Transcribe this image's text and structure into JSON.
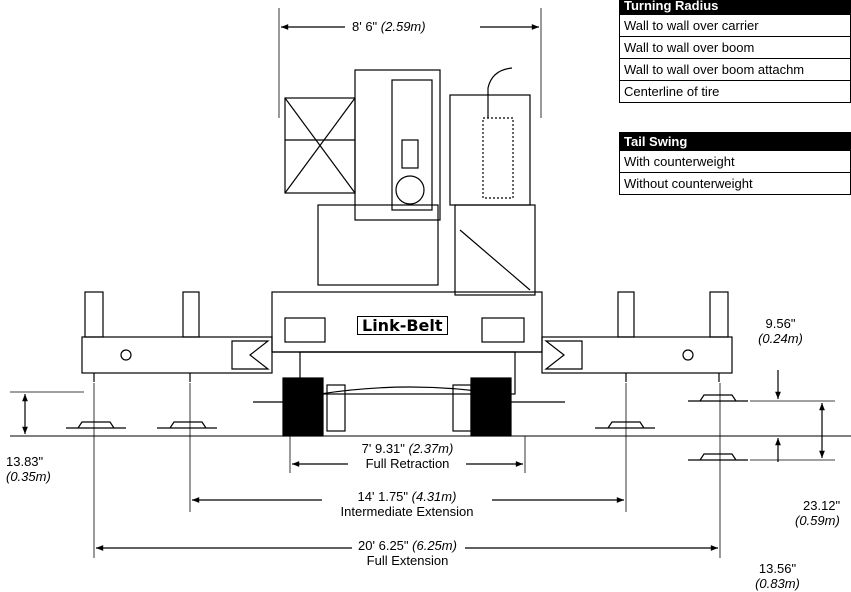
{
  "tables": {
    "turning_radius": {
      "title": "Turning Radius",
      "rows": [
        "Wall to wall over carrier",
        "Wall to wall over boom",
        "Wall to wall over boom attachm",
        "Centerline of tire"
      ]
    },
    "tail_swing": {
      "title": "Tail Swing",
      "rows": [
        "With counterweight",
        "Without counterweight"
      ]
    }
  },
  "dimensions": {
    "overall_width": {
      "imperial": "8' 6\"",
      "metric": "(2.59m)"
    },
    "full_retraction": {
      "imperial": "7' 9.31\"",
      "metric": "(2.37m)",
      "caption": "Full Retraction"
    },
    "intermediate_extension": {
      "imperial": "14' 1.75\"",
      "metric": "(4.31m)",
      "caption": "Intermediate Extension"
    },
    "full_extension": {
      "imperial": "20' 6.25\"",
      "metric": "(6.25m)",
      "caption": "Full Extension"
    },
    "left_float_height": {
      "imperial": "13.83\"",
      "metric": "(0.35m)"
    },
    "float_top": {
      "imperial": "9.56\"",
      "metric": "(0.24m)"
    },
    "float_mid": {
      "imperial": "23.12\"",
      "metric": "(0.59m)"
    },
    "float_low": {
      "imperial": "13.56\"",
      "metric": "(0.83m)"
    }
  },
  "brand": {
    "logo_text": "Link-Belt"
  }
}
